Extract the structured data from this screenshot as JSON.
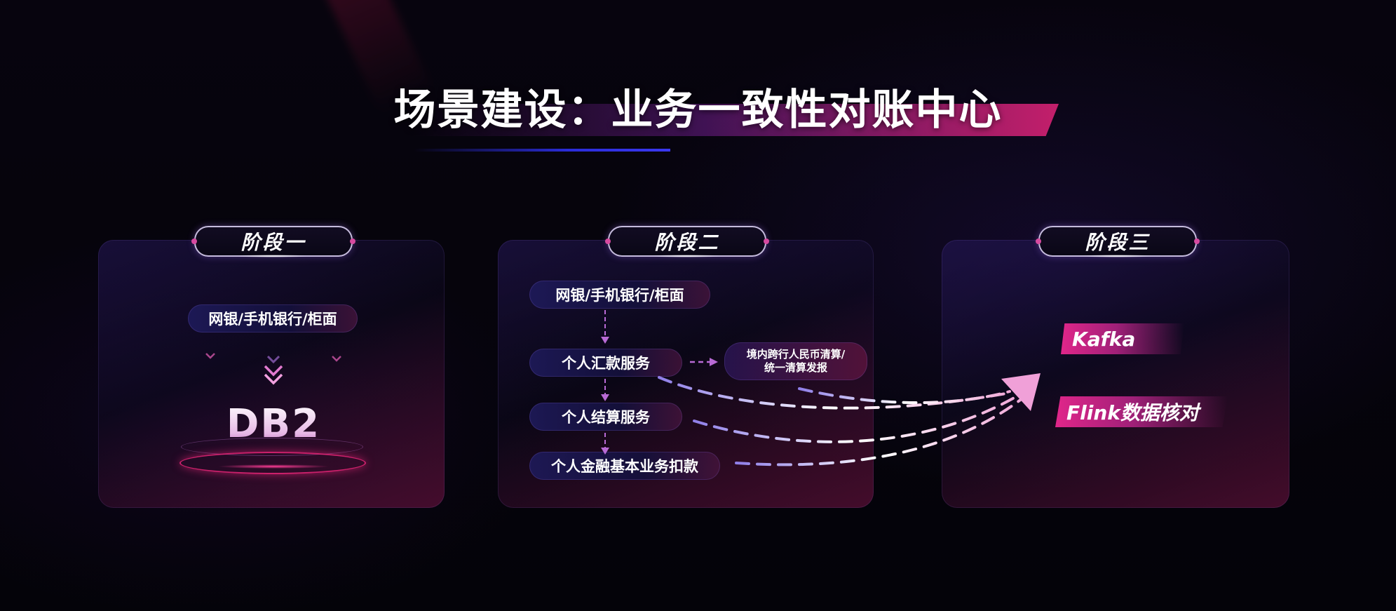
{
  "title": "场景建设：业务一致性对账中心",
  "stages": [
    {
      "label": "阶段一",
      "nodes": [
        "网银/手机银行/柜面"
      ],
      "db": "DB2"
    },
    {
      "label": "阶段二",
      "nodes": [
        "网银/手机银行/柜面",
        "个人汇款服务",
        "个人结算服务",
        "个人金融基本业务扣款"
      ],
      "side_node": [
        "境内跨行人民币清算/",
        "统一清算发报"
      ]
    },
    {
      "label": "阶段三",
      "tags": [
        "Kafka",
        "Flink数据核对"
      ]
    }
  ],
  "colors": {
    "accent_pink": "#e0268a",
    "accent_purple": "#a97ee0",
    "accent_blue": "#2a2cd8",
    "background": "#05030a"
  },
  "icons": [
    "chevron-down-icon",
    "arrow-right-icon",
    "curved-arrow-icon"
  ]
}
